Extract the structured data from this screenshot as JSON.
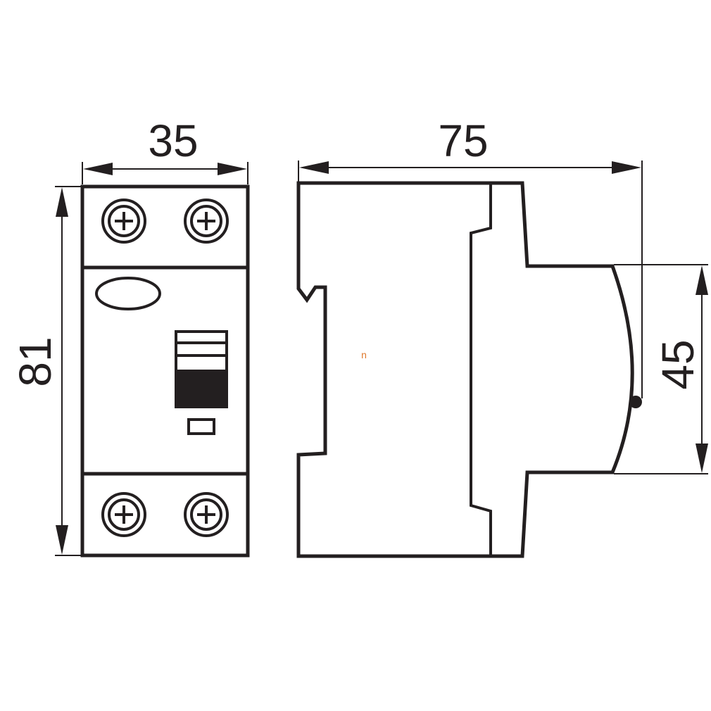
{
  "dimensions": {
    "front_width": "35",
    "front_height": "81",
    "side_depth": "75",
    "side_front_height": "45"
  },
  "mark": "n",
  "colors": {
    "line": "#231f20",
    "mark": "#e07a2e",
    "background": "#ffffff"
  }
}
